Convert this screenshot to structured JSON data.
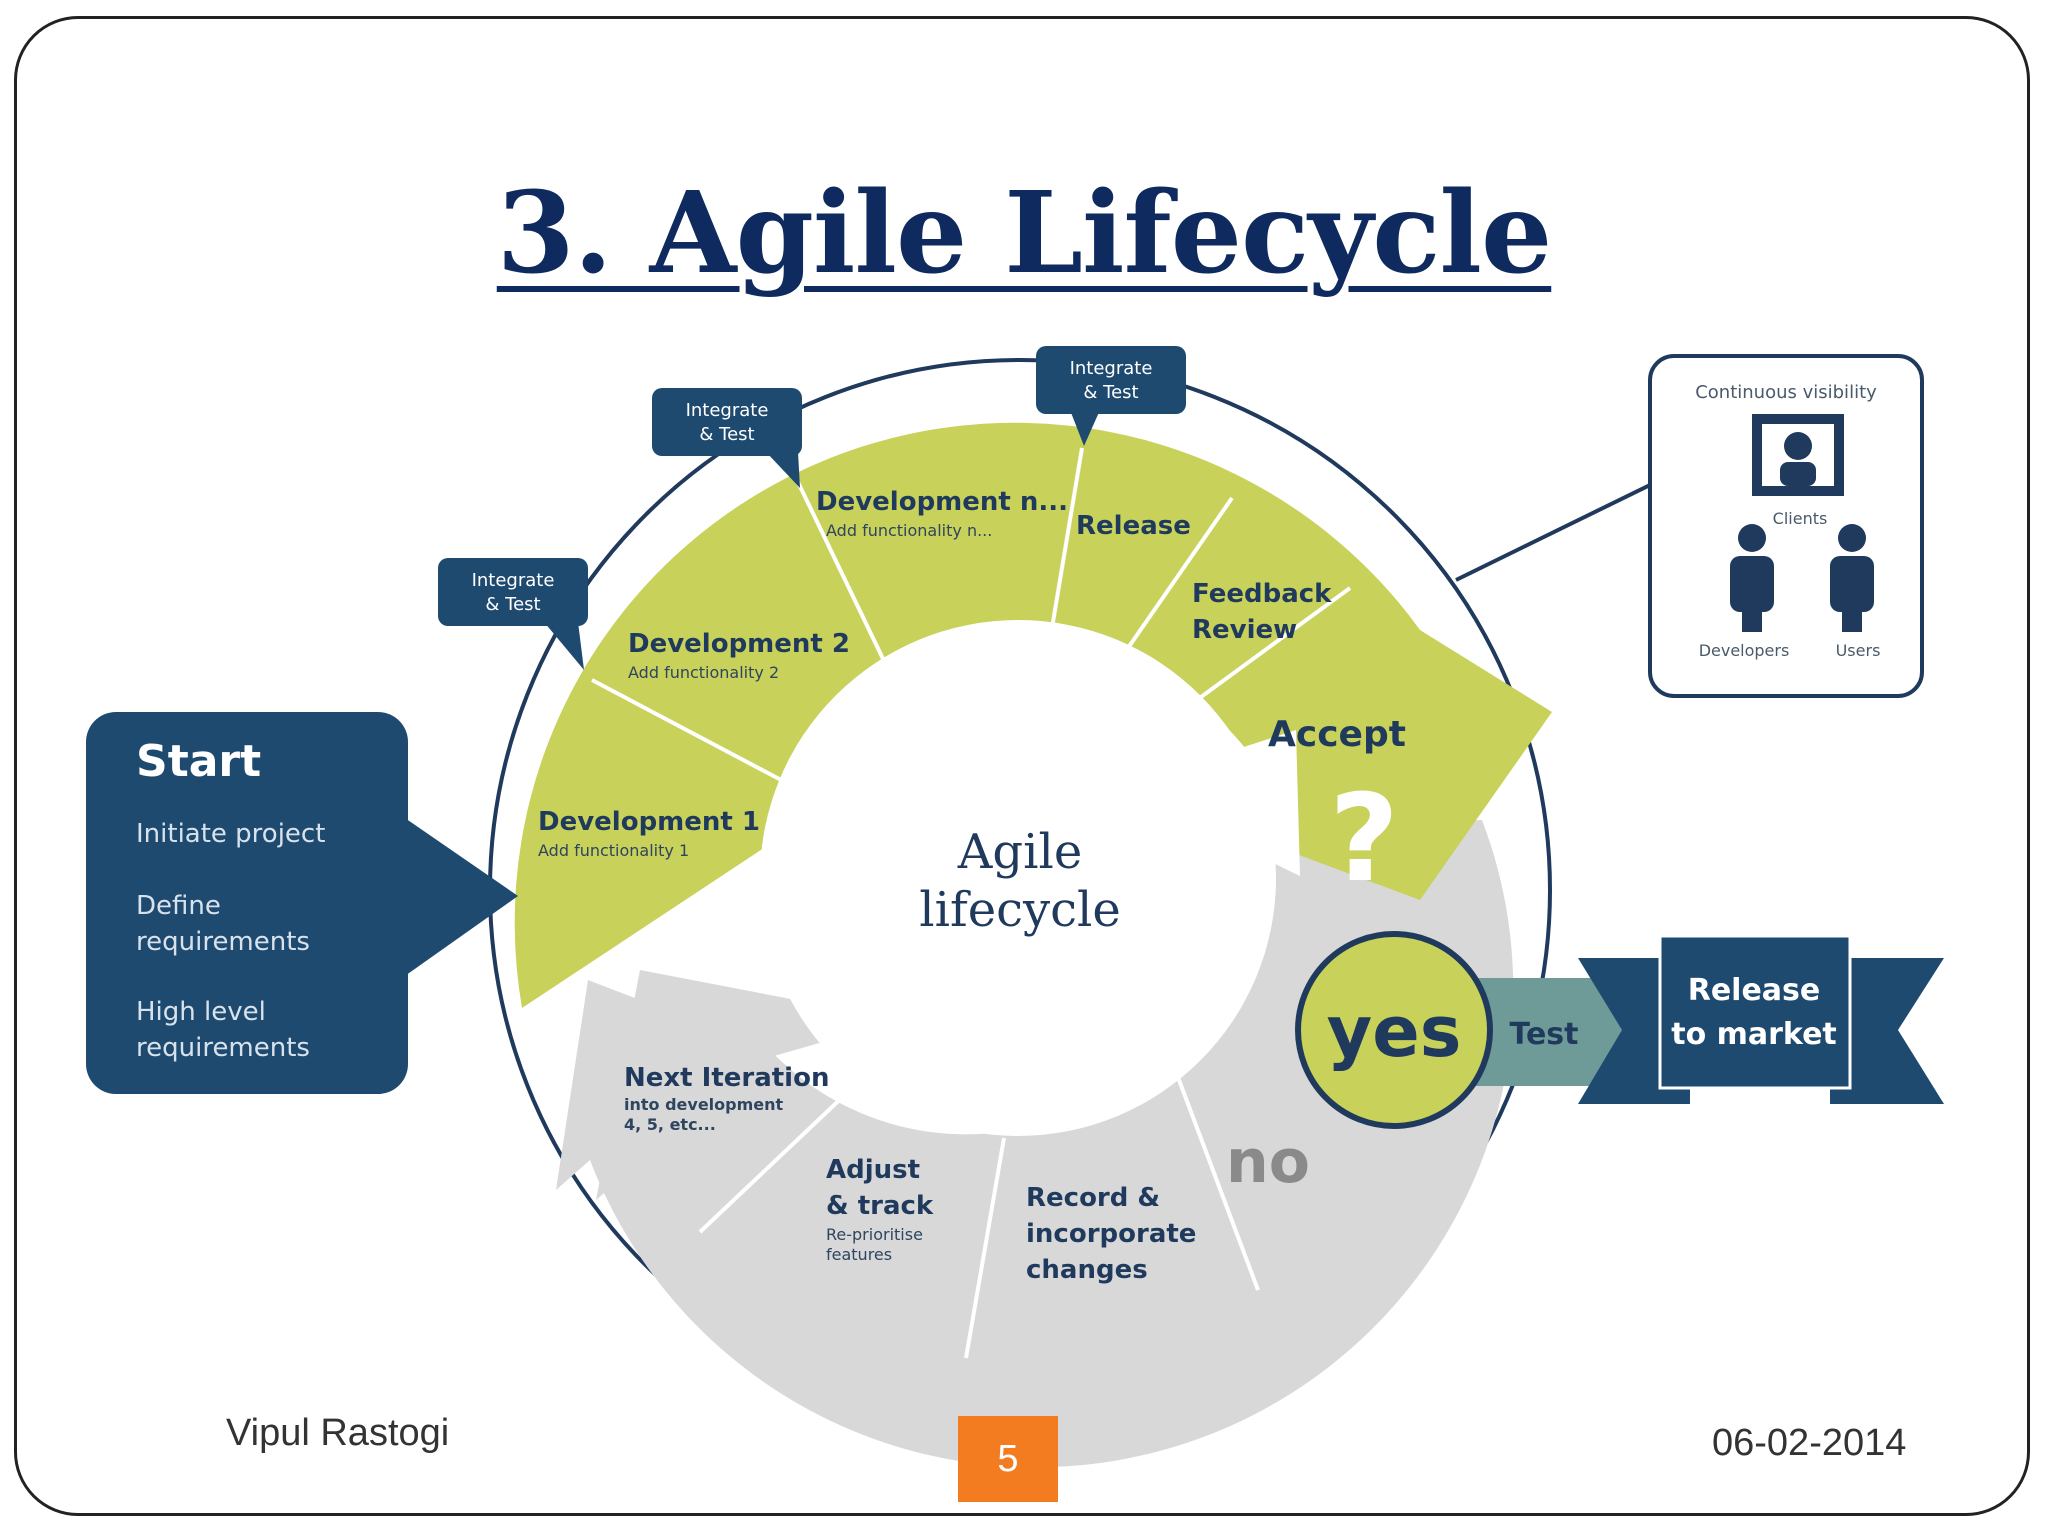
{
  "slide": {
    "title": "3. Agile Lifecycle",
    "author": "Vipul Rastogi",
    "date": "06-02-2014",
    "page_number": "5"
  },
  "colors": {
    "navy": "#0f2a5e",
    "dark_blue": "#1f4a70",
    "lime": "#c8d15a",
    "light_gray": "#d9d9d9",
    "teal": "#6e9a98",
    "orange": "#f47c20"
  },
  "diagram": {
    "center_label": [
      "Agile",
      "lifecycle"
    ],
    "start_box": {
      "title": "Start",
      "items": [
        "Initiate project",
        "Define requirements",
        "High level requirements"
      ]
    },
    "callouts": [
      "Integrate & Test",
      "Integrate & Test",
      "Integrate & Test"
    ],
    "segments": {
      "dev1": {
        "title": "Development 1",
        "subtitle": "Add functionality 1"
      },
      "dev2": {
        "title": "Development 2",
        "subtitle": "Add functionality 2"
      },
      "devn": {
        "title": "Development n...",
        "subtitle": "Add functionality n..."
      },
      "release": {
        "title": "Release"
      },
      "feedback": {
        "title": "Feedback Review"
      },
      "accept": {
        "title": "Accept",
        "mark": "?"
      },
      "no": {
        "title": "no"
      },
      "record": {
        "title": "Record & incorporate changes"
      },
      "adjust": {
        "title": "Adjust & track",
        "subtitle": "Re-prioritise features"
      },
      "next": {
        "title": "Next Iteration",
        "subtitle": "into development 4, 5, etc..."
      }
    },
    "visibility_box": {
      "title": "Continuous visibility",
      "clients": "Clients",
      "developers": "Developers",
      "users": "Users"
    },
    "yes_label": "yes",
    "test_label": "Test",
    "release_market": [
      "Release",
      "to market"
    ]
  }
}
